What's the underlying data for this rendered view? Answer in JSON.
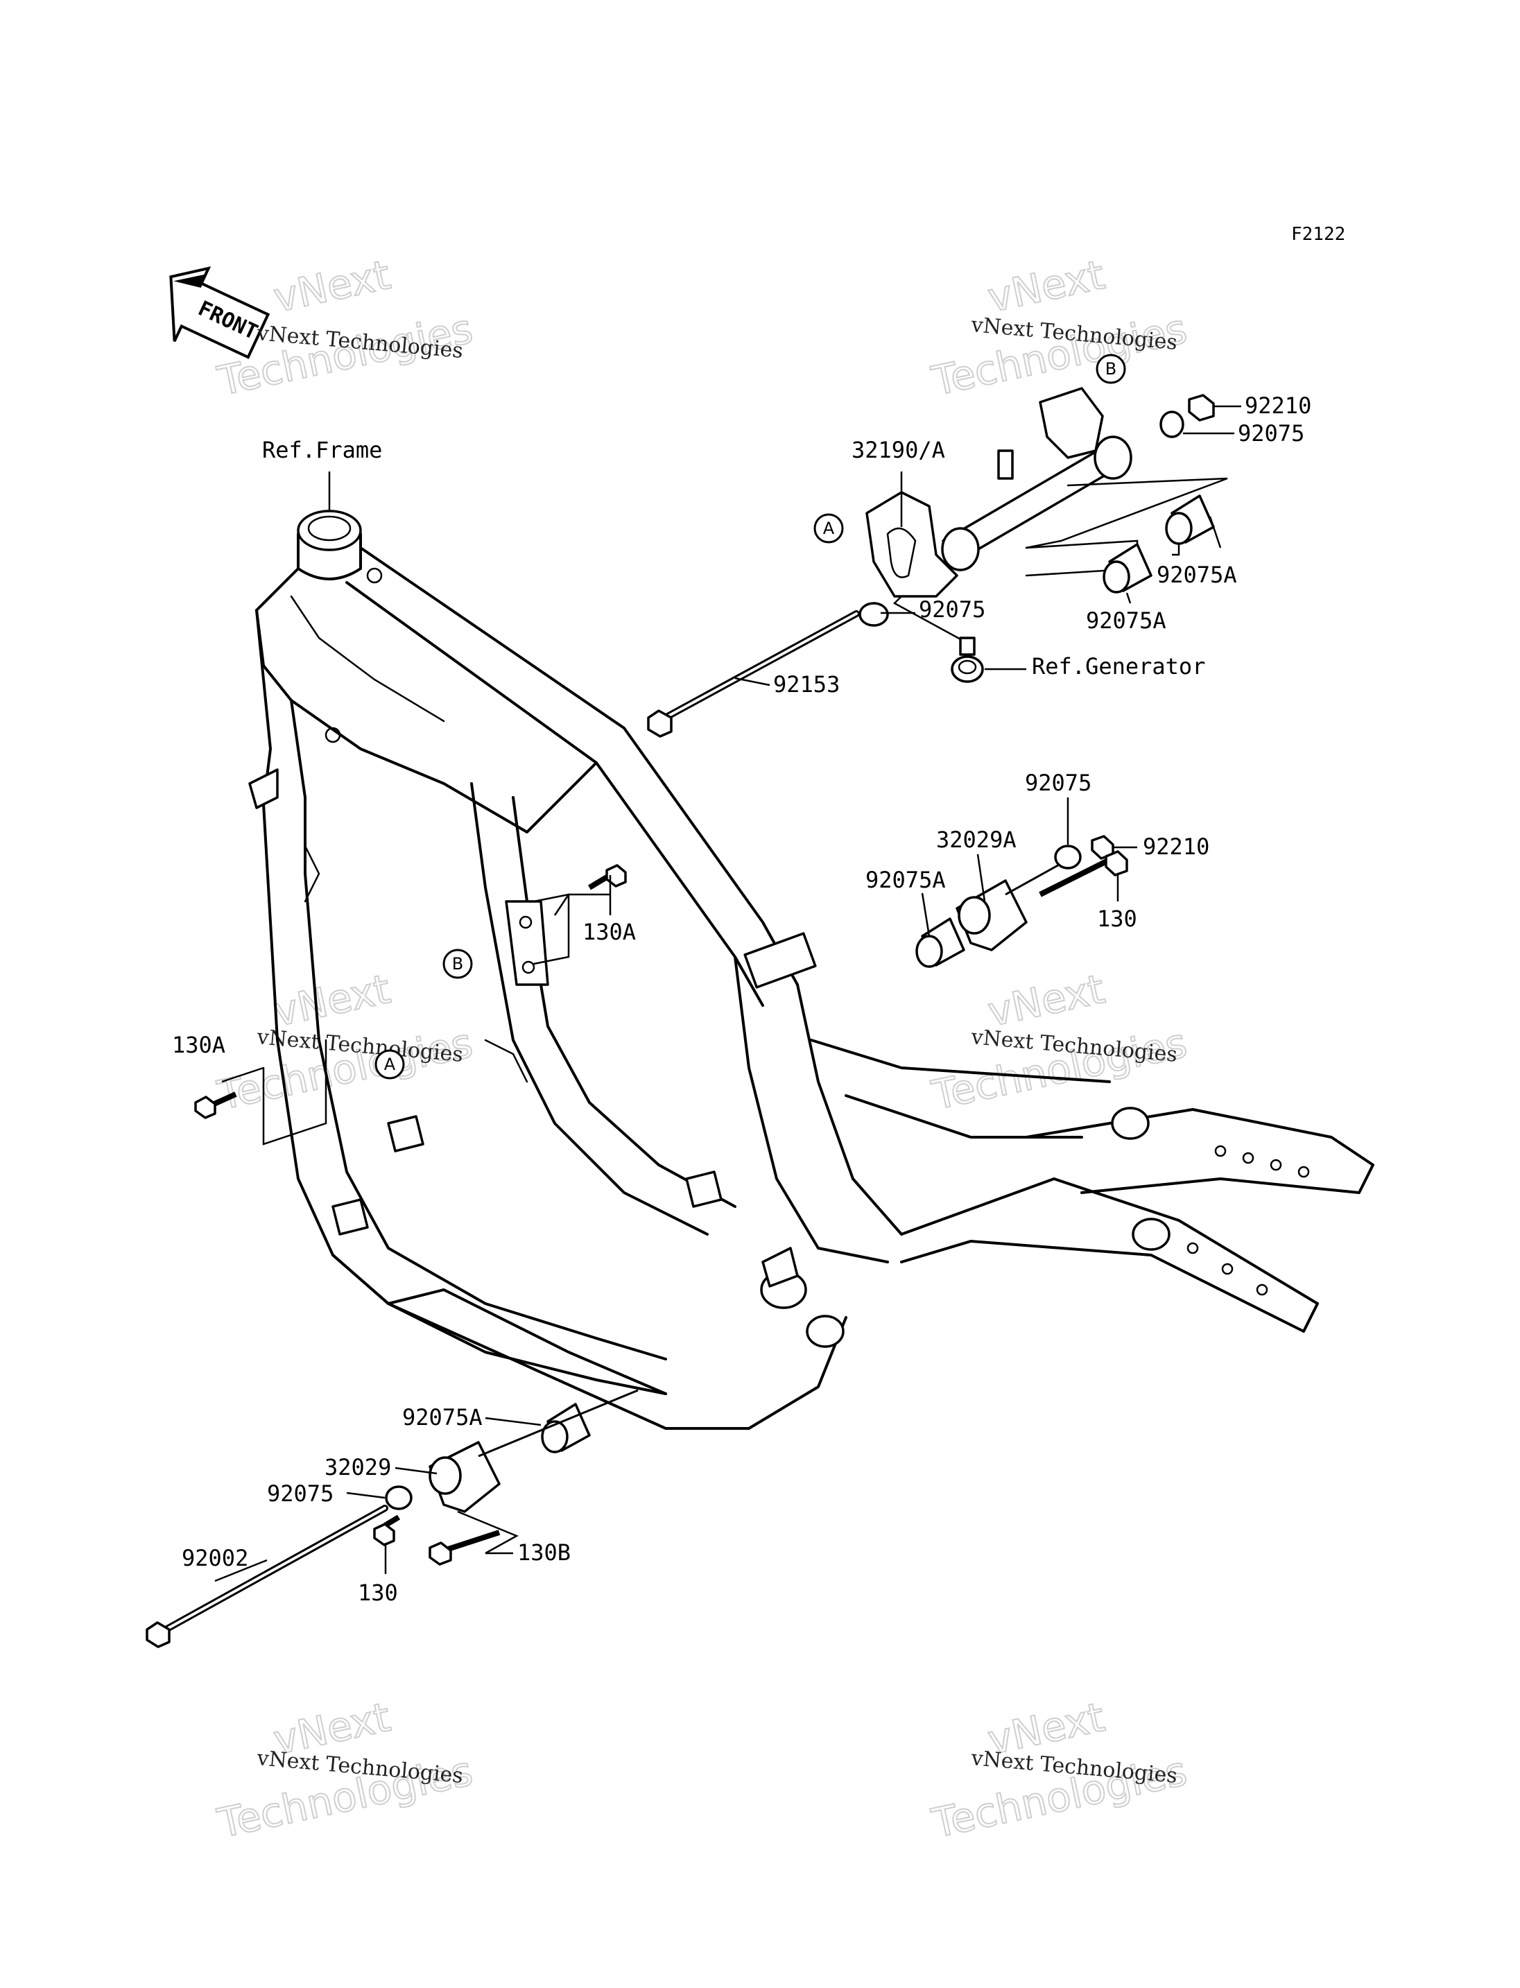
{
  "diagram_code": "F2122",
  "front_label": "FRONT",
  "watermark": {
    "line1": "vNext Technologies",
    "line2": "vNext",
    "line3": "Technologies"
  },
  "callouts": {
    "ref_frame": "Ref.Frame",
    "ref_generator": "Ref.Generator",
    "p32190A": "32190/A",
    "p92210_top": "92210",
    "p92075_top": "92075",
    "p92075_mid": "92075",
    "p92075A_right": "92075A",
    "p92075A_lower": "92075A",
    "p92153": "92153",
    "p92075_r2": "92075",
    "p32029A": "32029A",
    "p92210_r2": "92210",
    "p92075A_r2": "92075A",
    "p130_r2": "130",
    "p130A_mid": "130A",
    "p130A_left": "130A",
    "p92075A_bottom": "92075A",
    "p32029": "32029",
    "p92075_bottom": "92075",
    "p92002": "92002",
    "p130_bottom": "130",
    "p130B": "130B"
  },
  "markers": {
    "A": "A",
    "B": "B"
  }
}
